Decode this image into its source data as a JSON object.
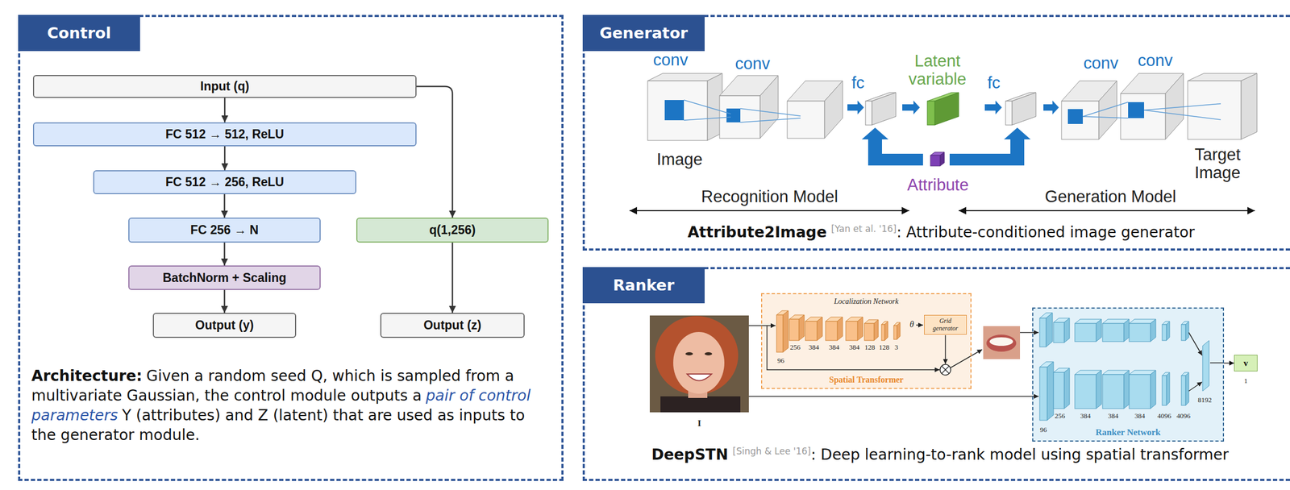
{
  "diagram": {
    "nodes": [
      {
        "text": [
          "Control",
          "Architecture:",
          "Given a random seed Q, which is sampled from a multivariate Gaussian, the control module outputs a",
          "pair of control parameters",
          "Y (attributes) and Z (latent) that are used as inputs to the generator module."
        ]
      },
      {
        "text": [
          "Input (q)"
        ],
        "in": 0
      },
      {
        "text": [
          "FC 512 → 512, ReLU"
        ],
        "in": 0
      },
      {
        "text": [
          "FC 512 → 256, ReLU"
        ],
        "in": 0
      },
      {
        "text": [
          "FC 256 → N"
        ],
        "in": 0
      },
      {
        "text": [
          "q(1,256)"
        ],
        "in": 0
      },
      {
        "text": [
          "BatchNorm + Scaling"
        ],
        "in": 0
      },
      {
        "text": [
          "Output (y)"
        ],
        "in": 0
      },
      {
        "text": [
          "Output (z)"
        ],
        "in": 0
      },
      {
        "text": [
          "Generator",
          "Attribute2Image",
          "[Yan et al. '16]",
          ": Attribute-conditioned image generator"
        ]
      },
      {
        "text": [
          "Ranker",
          "DeepSTN",
          "[Singh & Lee '16]",
          ": Deep learning-to-rank model using spatial transformer"
        ]
      },
      {
        "text": [
          "Localization Network",
          "Spatial Transformer"
        ],
        "in": 10
      },
      {
        "text": [
          "Grid generator"
        ],
        "in": 11
      },
      {
        "text": [
          "Ranker Network"
        ],
        "in": 10
      },
      {
        "text": [
          "v"
        ],
        "in": 10
      }
    ],
    "edges": [
      {
        "from": 1,
        "to": 2,
        "arrow": "to"
      },
      {
        "from": 2,
        "to": 3,
        "arrow": "to"
      },
      {
        "from": 3,
        "to": 4,
        "arrow": "to"
      },
      {
        "from": 4,
        "to": 6,
        "arrow": "to"
      },
      {
        "from": 6,
        "to": 7,
        "arrow": "to"
      },
      {
        "from": 1,
        "to": 5,
        "arrow": "to"
      },
      {
        "from": 5,
        "to": 8,
        "arrow": "to"
      },
      {
        "from": 13,
        "to": 14,
        "arrow": "to"
      }
    ],
    "labels": [
      "conv",
      "conv",
      "fc",
      "Latent variable",
      "fc",
      "conv",
      "conv",
      "Image",
      "Attribute",
      "Target Image",
      "Recognition Model",
      "Generation Model",
      "96",
      "256",
      "384",
      "384",
      "384",
      "128",
      "128",
      "3",
      "θ",
      "I",
      "96",
      "256",
      "384",
      "384",
      "384",
      "4096",
      "4096",
      "8192",
      "1"
    ]
  }
}
